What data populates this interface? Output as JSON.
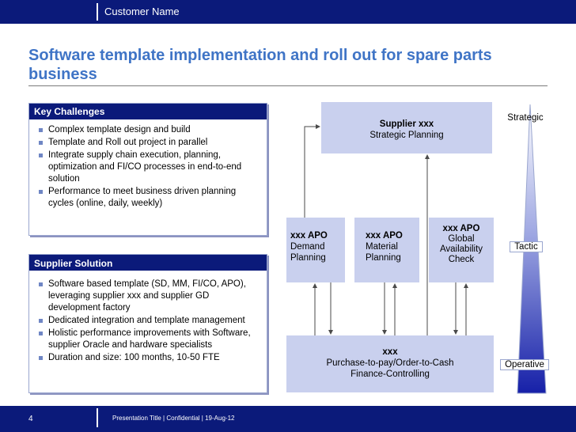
{
  "header": {
    "customer_name": "Customer Name"
  },
  "title": "Software template implementation and roll out for spare parts business",
  "key_challenges": {
    "heading": "Key Challenges",
    "items": [
      "Complex template design and build",
      "Template and Roll out project in parallel",
      "Integrate supply chain execution, planning, optimization and FI/CO processes in end-to-end solution",
      "Performance to meet business driven planning cycles (online, daily, weekly)"
    ]
  },
  "supplier_solution": {
    "heading": "Supplier Solution",
    "items": [
      "Software based template (SD, MM, FI/CO, APO), leveraging supplier xxx and supplier GD development factory",
      "Dedicated integration and template management",
      "Holistic performance improvements with Software, supplier Oracle and hardware specialists",
      "Duration and size: 100 months,  10-50 FTE"
    ]
  },
  "diagram": {
    "strategic_box": {
      "title": "Supplier xxx",
      "subtitle": "Strategic Planning"
    },
    "demand_box": {
      "title": "xxx APO",
      "line1": "Demand",
      "line2": "Planning"
    },
    "material_box": {
      "title": "xxx APO",
      "line1": "Material",
      "line2": "Planning"
    },
    "global_box": {
      "title": "xxx APO",
      "line1": "Global",
      "line2": "Availability",
      "line3": "Check"
    },
    "execution_box": {
      "title": "xxx",
      "line1": "Purchase-to-pay/Order-to-Cash",
      "line2": "Finance-Controlling"
    }
  },
  "levels": {
    "strategic": "Strategic",
    "tactic": "Tactic",
    "operative": "Operative"
  },
  "footer": {
    "page_number": "4",
    "info": "Presentation Title  |  Confidential  |  19-Aug-12"
  },
  "colors": {
    "brand_navy": "#0b1a7a",
    "title_blue": "#3f74c6",
    "box_fill": "#c9d0ee"
  }
}
